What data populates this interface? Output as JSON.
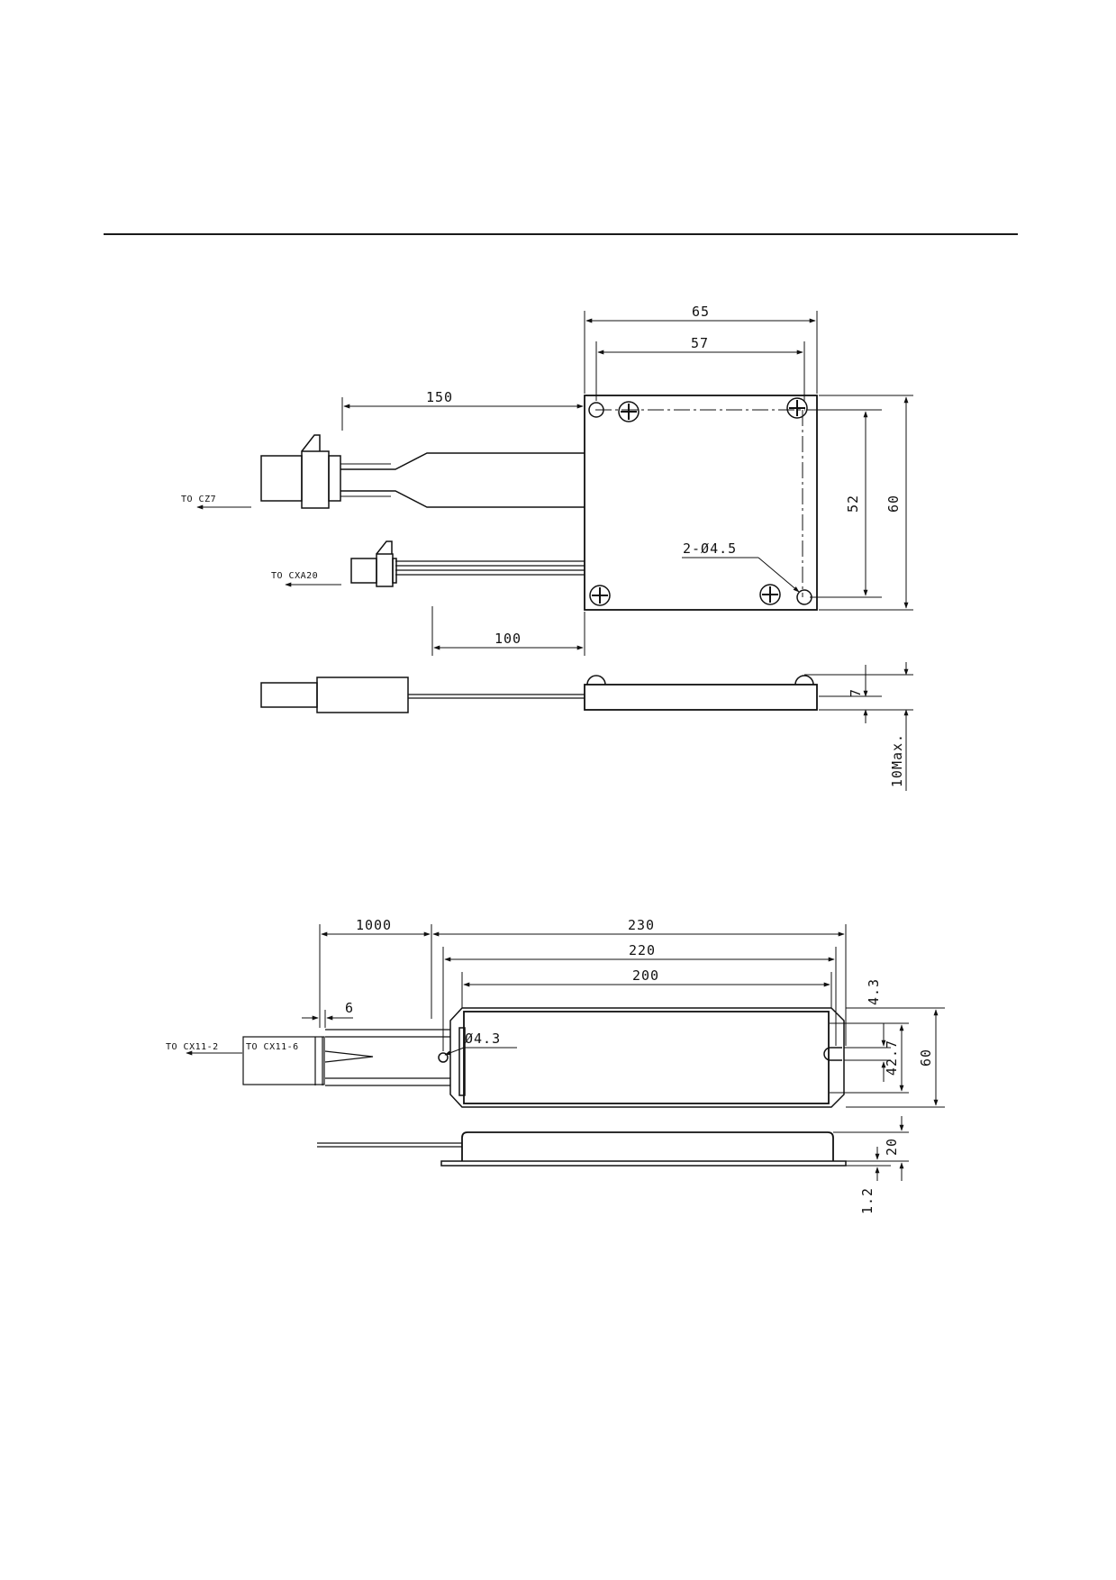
{
  "drawing1": {
    "dims": {
      "d65": "65",
      "d57": "57",
      "d150": "150",
      "d52": "52",
      "d60": "60",
      "hole": "2-Ø4.5",
      "d100": "100",
      "d7": "7",
      "d10max": "10Max."
    },
    "labels": {
      "to_cz7": "TO CZ7",
      "to_cxa20": "TO CXA20"
    }
  },
  "drawing2": {
    "dims": {
      "d1000": "1000",
      "d230": "230",
      "d220": "220",
      "d200": "200",
      "d6": "6",
      "hole": "Ø4.3",
      "d4_3": "4.3",
      "d42_7": "42.7",
      "d60": "60",
      "d20": "20",
      "d1_2": "1.2"
    },
    "labels": {
      "to_cx11_2": "TO CX11-2",
      "to_cx11_6": "TO CX11-6"
    }
  }
}
